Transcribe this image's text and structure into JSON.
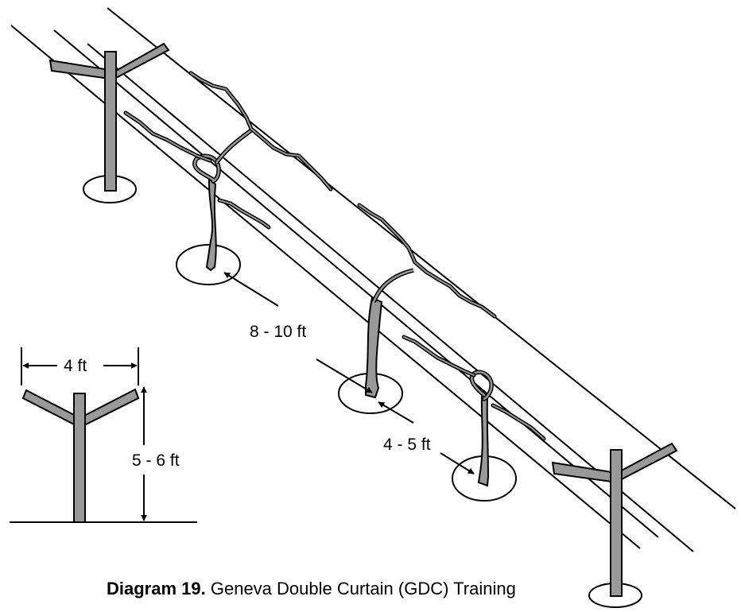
{
  "diagram": {
    "caption": {
      "number": "Diagram 19.",
      "title": "Geneva Double Curtain (GDC) Training"
    },
    "dimensions": {
      "vine_spacing": "8 - 10 ft",
      "trunk_spacing": "4 - 5 ft",
      "arm_width": "4 ft",
      "post_height": "5 - 6 ft"
    },
    "colors": {
      "wood_fill": "#999999",
      "stroke": "#000000",
      "background": "#ffffff"
    }
  }
}
